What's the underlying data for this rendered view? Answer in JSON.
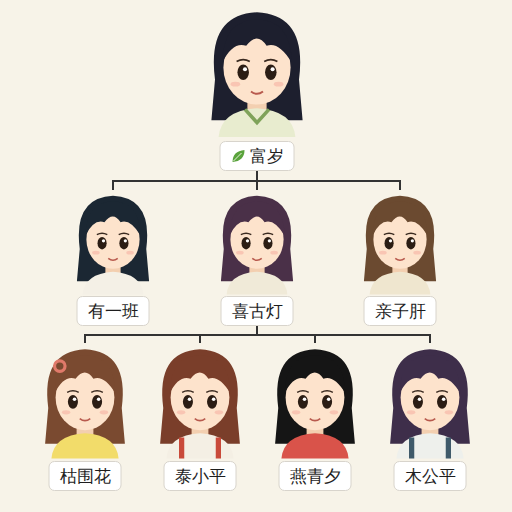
{
  "diagram": {
    "nodes": [
      {
        "text": [
          "富岁"
        ]
      },
      {
        "text": [
          "有一班"
        ]
      },
      {
        "text": [
          "喜古灯"
        ]
      },
      {
        "text": [
          "亲子肝"
        ]
      },
      {
        "text": [
          "枯围花"
        ]
      },
      {
        "text": [
          "泰小平"
        ]
      },
      {
        "text": [
          "燕青夕"
        ]
      },
      {
        "text": [
          "木公平"
        ]
      }
    ],
    "edges": [
      {
        "from": 0,
        "to": 1,
        "arrow": "none"
      },
      {
        "from": 0,
        "to": 2,
        "arrow": "none"
      },
      {
        "from": 0,
        "to": 3,
        "arrow": "none"
      },
      {
        "from": 2,
        "to": 4,
        "arrow": "none"
      },
      {
        "from": 2,
        "to": 5,
        "arrow": "none"
      },
      {
        "from": 2,
        "to": 6,
        "arrow": "none"
      },
      {
        "from": 2,
        "to": 7,
        "arrow": "none"
      }
    ]
  }
}
